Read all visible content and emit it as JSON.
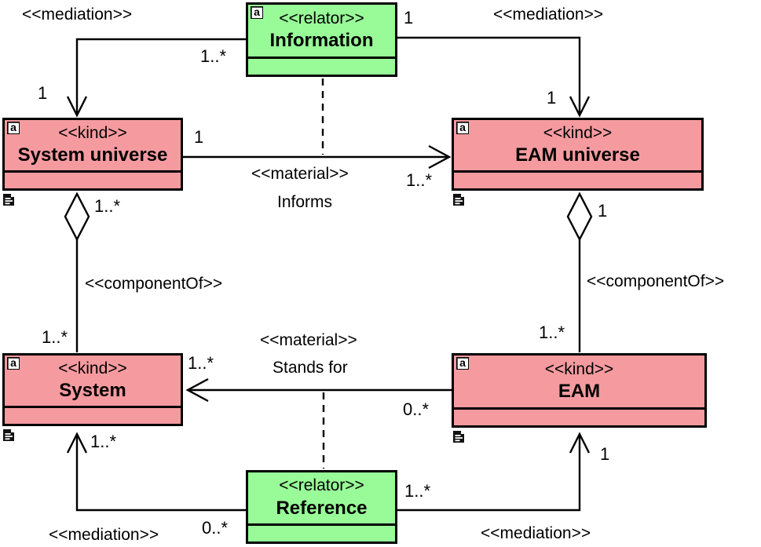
{
  "diagram": {
    "type": "uml-class-diagram (OntoUML)",
    "colors": {
      "relator_fill": "#98FB98",
      "kind_fill": "#F59BA0",
      "line": "#000000",
      "background": "#FFFFFF"
    },
    "icons": {
      "badge": "abstract-a-badge",
      "note": "note-document-icon"
    },
    "classes": {
      "information": {
        "stereotype": "<<relator>>",
        "name": "Information",
        "badge": "a"
      },
      "system_universe": {
        "stereotype": "<<kind>>",
        "name": "System universe",
        "badge": "a"
      },
      "eam_universe": {
        "stereotype": "<<kind>>",
        "name": "EAM universe",
        "badge": "a"
      },
      "system": {
        "stereotype": "<<kind>>",
        "name": "System",
        "badge": "a"
      },
      "eam": {
        "stereotype": "<<kind>>",
        "name": "EAM",
        "badge": "a"
      },
      "reference": {
        "stereotype": "<<relator>>",
        "name": "Reference"
      }
    },
    "labels": {
      "mediation_top_left": "<<mediation>>",
      "mediation_top_right": "<<mediation>>",
      "mediation_bottom_left": "<<mediation>>",
      "mediation_bottom_right": "<<mediation>>",
      "component_of_left": "<<componentOf>>",
      "component_of_right": "<<componentOf>>",
      "informs_stereotype": "<<material>>",
      "informs_name": "Informs",
      "stands_for_stereotype": "<<material>>",
      "stands_for_name": "Stands for"
    },
    "multiplicities": {
      "info_to_sysuni_at_info": "1..*",
      "info_to_sysuni_at_sysuni": "1",
      "info_to_eamuni_at_info": "1",
      "info_to_eamuni_at_eamuni": "1",
      "informs_at_sysuni": "1",
      "informs_at_eamuni": "1..*",
      "comp_left_at_whole": "1..*",
      "comp_left_at_part": "1..*",
      "comp_right_at_whole": "1",
      "comp_right_at_part": "1..*",
      "stands_at_system": "1..*",
      "stands_at_eam": "0..*",
      "ref_to_system_at_system": "1..*",
      "ref_to_system_at_ref": "0..*",
      "ref_to_eam_at_ref": "1..*",
      "ref_to_eam_at_eam": "1"
    }
  }
}
